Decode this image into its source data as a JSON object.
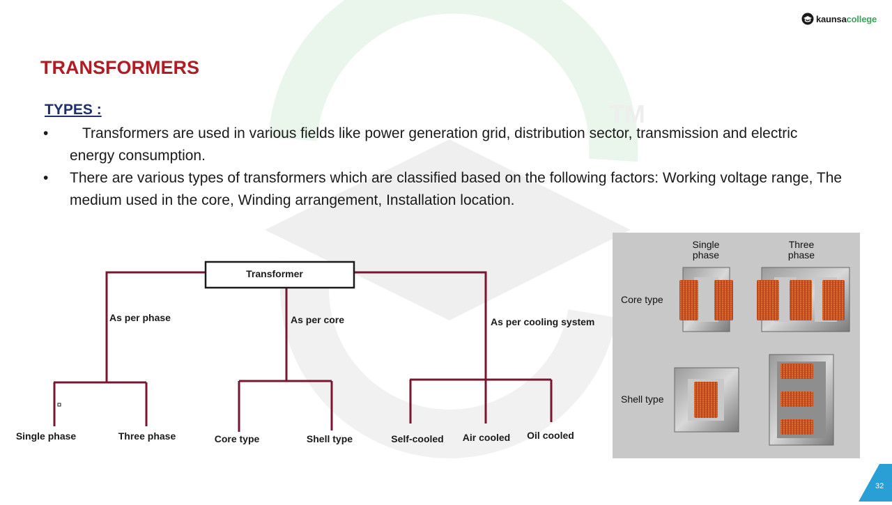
{
  "logo": {
    "text_a": "kaunsa",
    "text_b": "college"
  },
  "slide": {
    "title": "TRANSFORMERS",
    "subtitle": "TYPES :",
    "bullets": [
      "Transformers are used in various fields like power generation grid, distribution sector, transmission and electric energy consumption.",
      "There are various types of transformers which are classified based on the following factors: Working voltage range, The medium used in the core, Winding arrangement, Installation location."
    ],
    "page_number": "32"
  },
  "tree": {
    "root": "Transformer",
    "branches": {
      "phase": "As per phase",
      "core": "As per core",
      "cooling": "As per cooling system"
    },
    "leaves": {
      "single_phase": "Single phase",
      "three_phase": "Three phase",
      "core_type": "Core type",
      "shell_type": "Shell type",
      "self_cooled": "Self-cooled",
      "air_cooled": "Air cooled",
      "oil_cooled": "Oil cooled"
    }
  },
  "figure": {
    "col_single": [
      "Single",
      "phase"
    ],
    "col_three": [
      "Three",
      "phase"
    ],
    "row_core": "Core type",
    "row_shell": "Shell type"
  },
  "watermark": {
    "mark": "TM"
  },
  "colors": {
    "title_red": "#b01c24",
    "navy": "#1f2f6b",
    "tree_line": "#7a1530",
    "coil_orange": "#e8622a",
    "page_badge": "#2a9fd6"
  }
}
